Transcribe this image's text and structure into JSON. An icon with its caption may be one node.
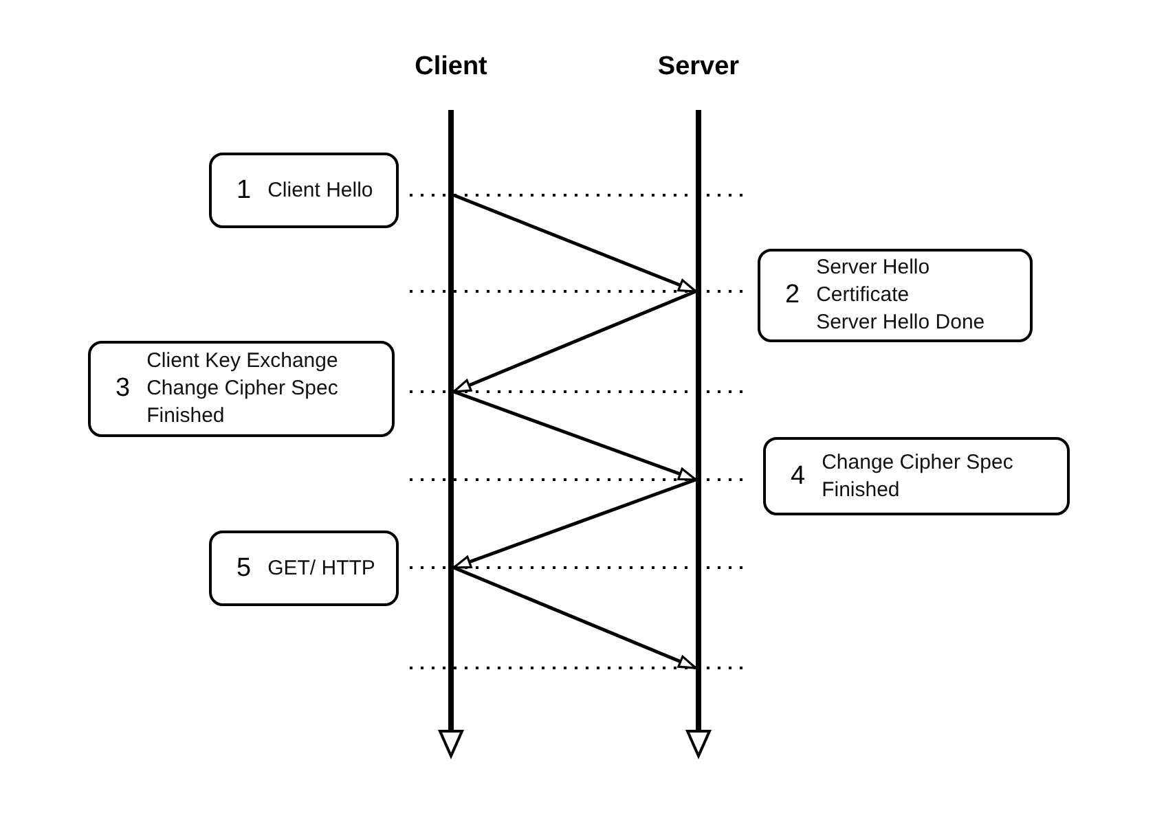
{
  "diagram": {
    "nodes": [
      {
        "text": [
          "Client"
        ]
      },
      {
        "text": [
          "Server"
        ]
      },
      {
        "text": [
          "1",
          "Client Hello"
        ]
      },
      {
        "text": [
          "2",
          "Server Hello",
          "Certificate",
          "Server Hello Done"
        ]
      },
      {
        "text": [
          "3",
          "Client Key Exchange",
          "Change Cipher Spec",
          "Finished"
        ]
      },
      {
        "text": [
          "4",
          "Change Cipher Spec",
          "Finished"
        ]
      },
      {
        "text": [
          "5",
          "GET/ HTTP"
        ]
      }
    ],
    "edges": [
      {
        "from": 0,
        "to": 1,
        "arrow": "to"
      },
      {
        "from": 1,
        "to": 0,
        "arrow": "to"
      },
      {
        "from": 0,
        "to": 1,
        "arrow": "to"
      },
      {
        "from": 1,
        "to": 0,
        "arrow": "to"
      },
      {
        "from": 0,
        "to": 1,
        "arrow": "to"
      }
    ]
  }
}
